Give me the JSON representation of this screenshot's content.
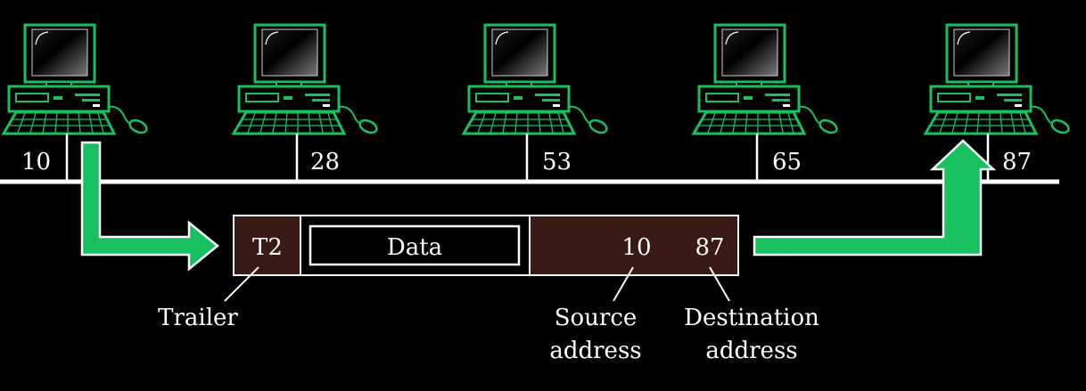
{
  "colors": {
    "background": "#000000",
    "accent": "#18c060",
    "frame_fill": "#3a1a14",
    "line": "#ffffff"
  },
  "stations": [
    {
      "address": "10"
    },
    {
      "address": "28"
    },
    {
      "address": "53"
    },
    {
      "address": "65"
    },
    {
      "address": "87"
    }
  ],
  "frame": {
    "trailer": "T2",
    "data": "Data",
    "source": "10",
    "destination": "87"
  },
  "labels": {
    "trailer": "Trailer",
    "source_line1": "Source",
    "source_line2": "address",
    "destination_line1": "Destination",
    "destination_line2": "address"
  },
  "icons": [
    "computer-icon",
    "send-arrow-icon",
    "receive-arrow-icon"
  ]
}
